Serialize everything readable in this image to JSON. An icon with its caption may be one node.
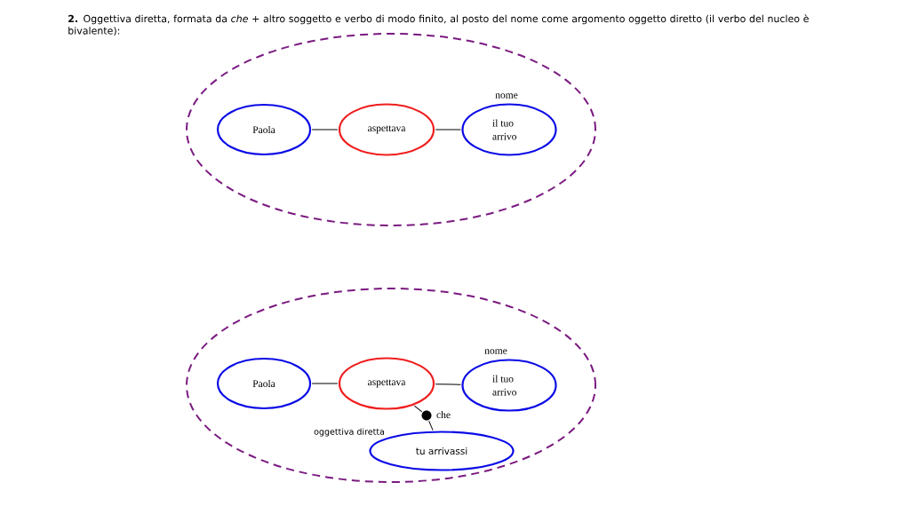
{
  "diagram": {
    "title": "**2.** Oggettiva diretta, formata da *che* + altro soggetto e verbo di modo finito, al posto del nome come argomento oggetto diretto (il verbo del nucleo è bivalente):",
    "nodes": [
      {
        "text": [],
        "shape": "ellipse"
      },
      {
        "text": [
          "Paola"
        ],
        "in": 0
      },
      {
        "text": [
          "aspettava"
        ],
        "in": 0
      },
      {
        "text": [
          "il tuo arrivo"
        ],
        "beside": [
          "nome"
        ],
        "in": 0
      },
      {
        "text": [],
        "shape": "ellipse"
      },
      {
        "text": [
          "Paola"
        ],
        "in": 4
      },
      {
        "text": [
          "aspettava"
        ],
        "in": 4
      },
      {
        "text": [
          "il tuo arrivo"
        ],
        "beside": [
          "nome"
        ],
        "in": 4
      },
      {
        "text": [],
        "shape": "circle",
        "beside": [
          "che"
        ],
        "in": 4
      },
      {
        "text": [
          "tu arrivassi"
        ],
        "beside": [
          "oggettiva diretta"
        ],
        "in": 4
      }
    ],
    "edges": [
      {
        "from": 1,
        "to": 2,
        "arrow": "none"
      },
      {
        "from": 2,
        "to": 3,
        "arrow": "none"
      },
      {
        "from": 5,
        "to": 6,
        "arrow": "none"
      },
      {
        "from": 6,
        "to": 7,
        "arrow": "none"
      },
      {
        "from": 6,
        "to": 8,
        "arrow": "none"
      },
      {
        "from": 8,
        "to": 9,
        "arrow": "none"
      }
    ]
  }
}
